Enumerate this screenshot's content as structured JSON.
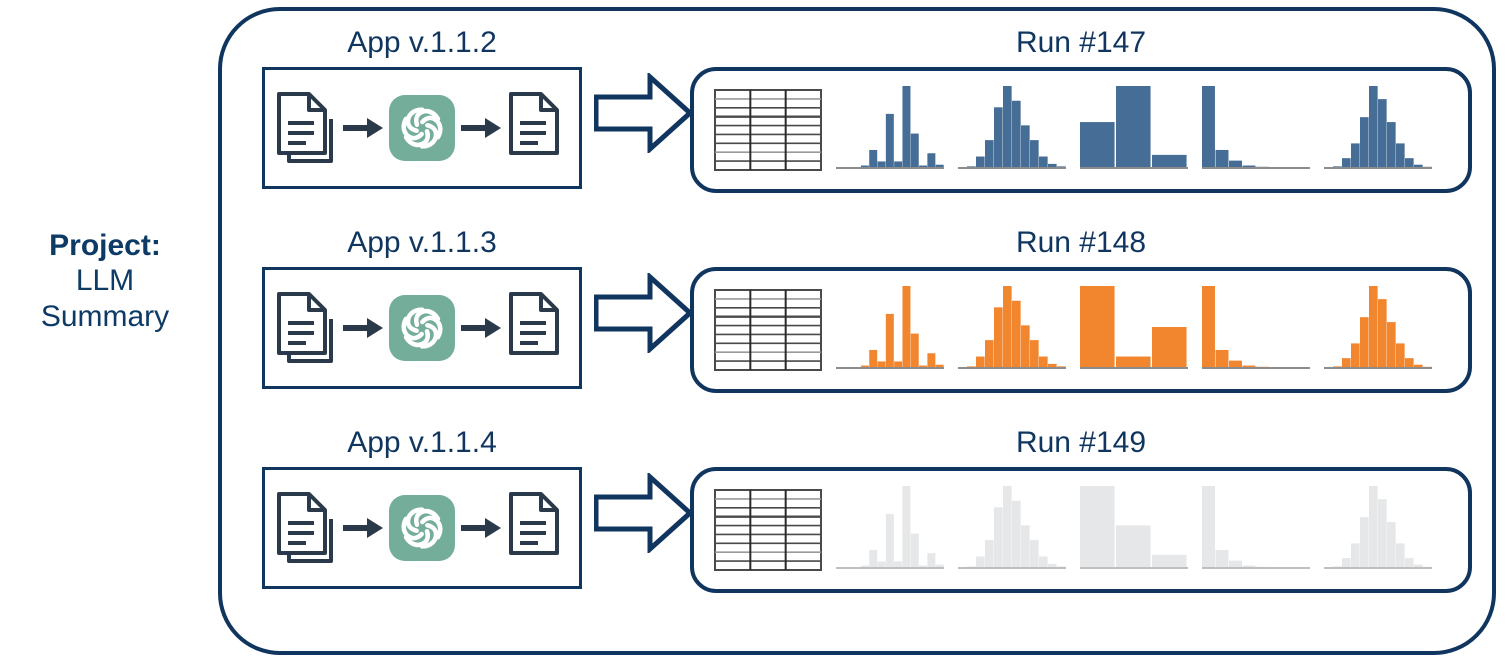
{
  "project": {
    "title": "Project:",
    "name_line1": "LLM",
    "name_line2": "Summary"
  },
  "colors": {
    "navy": "#10365f",
    "blue_hist": "#456d95",
    "orange_hist": "#f2862f",
    "grey_hist": "#e6e7e8",
    "llm_green": "#74ad99",
    "doc_outline": "#2b3a4a"
  },
  "rows": [
    {
      "app_label": "App v.1.1.2",
      "run_label": "Run #147",
      "hist_color": "#456d95",
      "pipeline": {
        "input_icon": "stacked-documents-icon",
        "model_icon": "openai-logo-icon",
        "output_icon": "document-icon"
      }
    },
    {
      "app_label": "App v.1.1.3",
      "run_label": "Run #148",
      "hist_color": "#f2862f",
      "pipeline": {
        "input_icon": "stacked-documents-icon",
        "model_icon": "openai-logo-icon",
        "output_icon": "document-icon"
      }
    },
    {
      "app_label": "App v.1.1.4",
      "run_label": "Run #149",
      "hist_color": "#e6e7e8",
      "pipeline": {
        "input_icon": "stacked-documents-icon",
        "model_icon": "openai-logo-icon",
        "output_icon": "document-icon"
      }
    }
  ],
  "table_icon": {
    "columns": 3,
    "rows": 9
  },
  "chart_data": [
    {
      "type": "bar",
      "name": "run-147-hist-1",
      "row": "Run #147",
      "title": "",
      "xlabel": "",
      "ylabel": "",
      "ylim": [
        0,
        100
      ],
      "grid": false,
      "categories": [
        "1",
        "2",
        "3",
        "4",
        "5",
        "6",
        "7",
        "8",
        "9",
        "10",
        "11",
        "12",
        "13"
      ],
      "values": [
        0,
        0,
        0,
        3,
        22,
        8,
        66,
        8,
        100,
        42,
        3,
        18,
        4
      ]
    },
    {
      "type": "bar",
      "name": "run-147-hist-2",
      "row": "Run #147",
      "title": "",
      "xlabel": "",
      "ylabel": "",
      "ylim": [
        0,
        100
      ],
      "grid": false,
      "categories": [
        "1",
        "2",
        "3",
        "4",
        "5",
        "6",
        "7",
        "8",
        "9",
        "10",
        "11",
        "12"
      ],
      "values": [
        0,
        2,
        14,
        34,
        74,
        100,
        82,
        52,
        34,
        14,
        5,
        2
      ]
    },
    {
      "type": "bar",
      "name": "run-147-hist-3",
      "row": "Run #147",
      "title": "",
      "xlabel": "",
      "ylabel": "",
      "ylim": [
        0,
        100
      ],
      "grid": false,
      "categories": [
        "1",
        "2",
        "3"
      ],
      "values": [
        56,
        100,
        16
      ]
    },
    {
      "type": "bar",
      "name": "run-147-hist-4",
      "row": "Run #147",
      "title": "",
      "xlabel": "",
      "ylabel": "",
      "ylim": [
        0,
        100
      ],
      "grid": false,
      "categories": [
        "1",
        "2",
        "3",
        "4",
        "5",
        "6",
        "7",
        "8"
      ],
      "values": [
        100,
        22,
        9,
        3,
        1,
        0,
        0,
        0
      ]
    },
    {
      "type": "bar",
      "name": "run-147-hist-5",
      "row": "Run #147",
      "title": "",
      "xlabel": "",
      "ylabel": "",
      "ylim": [
        0,
        100
      ],
      "grid": false,
      "categories": [
        "1",
        "2",
        "3",
        "4",
        "5",
        "6",
        "7",
        "8",
        "9",
        "10",
        "11",
        "12"
      ],
      "values": [
        0,
        2,
        12,
        30,
        62,
        100,
        84,
        56,
        30,
        12,
        4,
        1
      ]
    },
    {
      "type": "bar",
      "name": "run-148-hist-1",
      "row": "Run #148",
      "title": "",
      "xlabel": "",
      "ylabel": "",
      "ylim": [
        0,
        100
      ],
      "grid": false,
      "categories": [
        "1",
        "2",
        "3",
        "4",
        "5",
        "6",
        "7",
        "8",
        "9",
        "10",
        "11",
        "12",
        "13"
      ],
      "values": [
        0,
        0,
        0,
        3,
        22,
        8,
        66,
        8,
        100,
        42,
        3,
        18,
        4
      ]
    },
    {
      "type": "bar",
      "name": "run-148-hist-2",
      "row": "Run #148",
      "title": "",
      "xlabel": "",
      "ylabel": "",
      "ylim": [
        0,
        100
      ],
      "grid": false,
      "categories": [
        "1",
        "2",
        "3",
        "4",
        "5",
        "6",
        "7",
        "8",
        "9",
        "10",
        "11",
        "12"
      ],
      "values": [
        0,
        2,
        14,
        34,
        74,
        100,
        82,
        52,
        34,
        14,
        5,
        2
      ]
    },
    {
      "type": "bar",
      "name": "run-148-hist-3",
      "row": "Run #148",
      "title": "",
      "xlabel": "",
      "ylabel": "",
      "ylim": [
        0,
        100
      ],
      "grid": false,
      "categories": [
        "1",
        "2",
        "3"
      ],
      "values": [
        100,
        14,
        50
      ]
    },
    {
      "type": "bar",
      "name": "run-148-hist-4",
      "row": "Run #148",
      "title": "",
      "xlabel": "",
      "ylabel": "",
      "ylim": [
        0,
        100
      ],
      "grid": false,
      "categories": [
        "1",
        "2",
        "3",
        "4",
        "5",
        "6",
        "7",
        "8"
      ],
      "values": [
        100,
        22,
        9,
        3,
        1,
        0,
        0,
        0
      ]
    },
    {
      "type": "bar",
      "name": "run-148-hist-5",
      "row": "Run #148",
      "title": "",
      "xlabel": "",
      "ylabel": "",
      "ylim": [
        0,
        100
      ],
      "grid": false,
      "categories": [
        "1",
        "2",
        "3",
        "4",
        "5",
        "6",
        "7",
        "8",
        "9",
        "10",
        "11",
        "12"
      ],
      "values": [
        0,
        2,
        12,
        30,
        62,
        100,
        84,
        56,
        30,
        12,
        4,
        1
      ]
    },
    {
      "type": "bar",
      "name": "run-149-hist-1",
      "row": "Run #149",
      "title": "",
      "xlabel": "",
      "ylabel": "",
      "ylim": [
        0,
        100
      ],
      "grid": false,
      "categories": [
        "1",
        "2",
        "3",
        "4",
        "5",
        "6",
        "7",
        "8",
        "9",
        "10",
        "11",
        "12",
        "13"
      ],
      "values": [
        0,
        0,
        0,
        3,
        22,
        8,
        66,
        8,
        100,
        42,
        3,
        18,
        4
      ]
    },
    {
      "type": "bar",
      "name": "run-149-hist-2",
      "row": "Run #149",
      "title": "",
      "xlabel": "",
      "ylabel": "",
      "ylim": [
        0,
        100
      ],
      "grid": false,
      "categories": [
        "1",
        "2",
        "3",
        "4",
        "5",
        "6",
        "7",
        "8",
        "9",
        "10",
        "11",
        "12"
      ],
      "values": [
        0,
        2,
        14,
        34,
        74,
        100,
        82,
        52,
        34,
        14,
        5,
        2
      ]
    },
    {
      "type": "bar",
      "name": "run-149-hist-3",
      "row": "Run #149",
      "title": "",
      "xlabel": "",
      "ylabel": "",
      "ylim": [
        0,
        100
      ],
      "grid": false,
      "categories": [
        "1",
        "2",
        "3"
      ],
      "values": [
        100,
        52,
        16
      ]
    },
    {
      "type": "bar",
      "name": "run-149-hist-4",
      "row": "Run #149",
      "title": "",
      "xlabel": "",
      "ylabel": "",
      "ylim": [
        0,
        100
      ],
      "grid": false,
      "categories": [
        "1",
        "2",
        "3",
        "4",
        "5",
        "6",
        "7",
        "8"
      ],
      "values": [
        100,
        22,
        9,
        3,
        1,
        0,
        0,
        0
      ]
    },
    {
      "type": "bar",
      "name": "run-149-hist-5",
      "row": "Run #149",
      "title": "",
      "xlabel": "",
      "ylabel": "",
      "ylim": [
        0,
        100
      ],
      "grid": false,
      "categories": [
        "1",
        "2",
        "3",
        "4",
        "5",
        "6",
        "7",
        "8",
        "9",
        "10",
        "11",
        "12"
      ],
      "values": [
        0,
        2,
        12,
        30,
        62,
        100,
        84,
        56,
        30,
        12,
        4,
        1
      ]
    }
  ]
}
